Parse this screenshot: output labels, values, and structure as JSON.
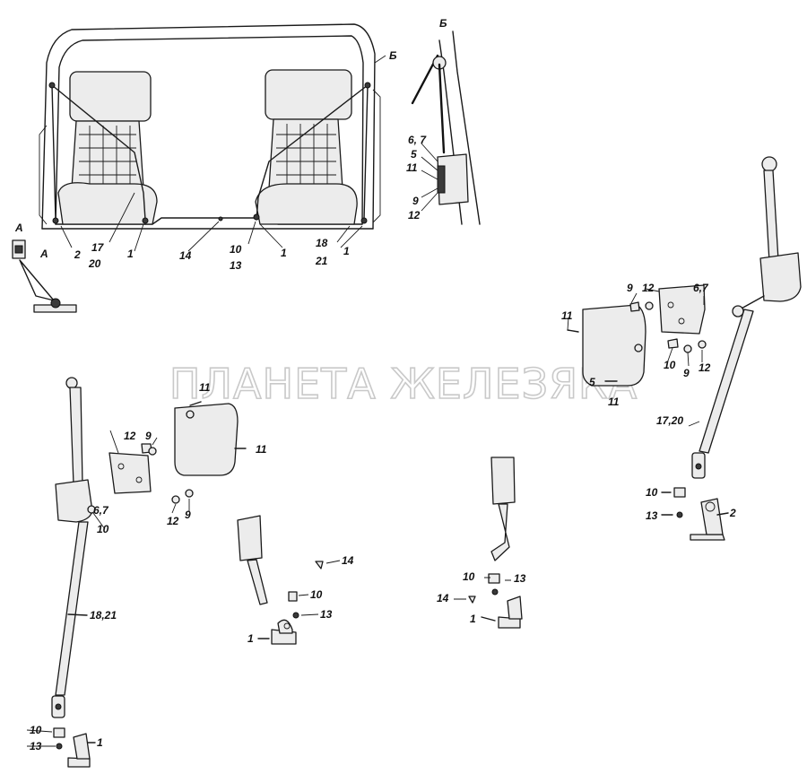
{
  "watermark": "ПЛАНЕТА ЖЕЛЕЗЯКА",
  "views": {
    "a": "А",
    "b": "Б",
    "b_marker": "Б"
  },
  "labels": [
    "6, 7",
    "5",
    "11",
    "9",
    "12",
    "2",
    "17",
    "20",
    "1",
    "14",
    "10",
    "13",
    "1",
    "18",
    "21",
    "1",
    "9",
    "12",
    "6,7",
    "11",
    "10",
    "9",
    "12",
    "5",
    "11",
    "17,20",
    "10",
    "13",
    "2",
    "11",
    "12",
    "9",
    "11",
    "6,7",
    "10",
    "12",
    "9",
    "14",
    "10",
    "13",
    "1",
    "18,21",
    "10",
    "13",
    "1",
    "10",
    "13",
    "14",
    "1"
  ],
  "colors": {
    "line": "#1a1a1a",
    "fill": "#ececec",
    "watermark": "#c9c9c9"
  }
}
